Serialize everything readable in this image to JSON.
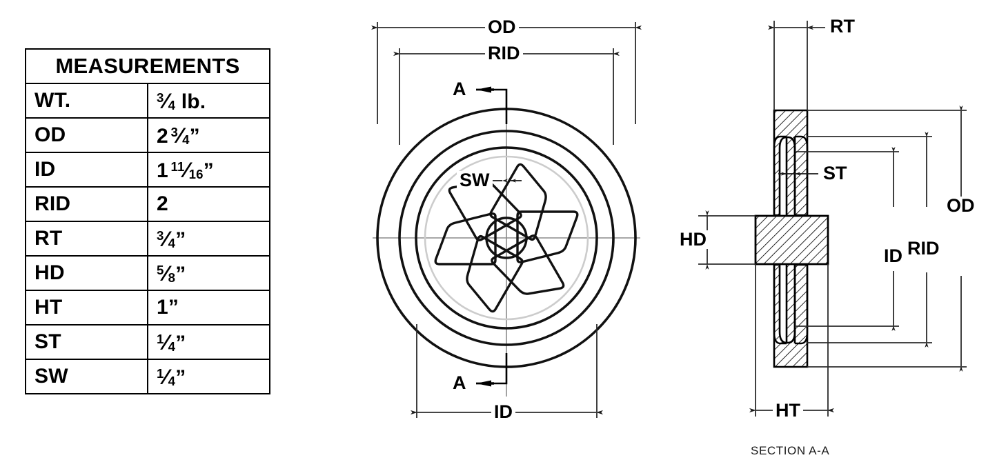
{
  "table": {
    "title": "MEASUREMENTS",
    "rows": [
      {
        "label": "WT.",
        "value_whole": "",
        "value_num": "3",
        "value_den": "4",
        "value_suffix": " lb.",
        "value_plain": ""
      },
      {
        "label": "OD",
        "value_whole": "2",
        "value_num": "3",
        "value_den": "4",
        "value_suffix": "”",
        "value_plain": ""
      },
      {
        "label": "ID",
        "value_whole": "1",
        "value_num": "11",
        "value_den": "16",
        "value_suffix": "”",
        "value_plain": ""
      },
      {
        "label": "RID",
        "value_whole": "",
        "value_num": "",
        "value_den": "",
        "value_suffix": "",
        "value_plain": "2"
      },
      {
        "label": "RT",
        "value_whole": "",
        "value_num": "3",
        "value_den": "4",
        "value_suffix": "”",
        "value_plain": ""
      },
      {
        "label": "HD",
        "value_whole": "",
        "value_num": "5",
        "value_den": "8",
        "value_suffix": "”",
        "value_plain": ""
      },
      {
        "label": "HT",
        "value_whole": "",
        "value_num": "",
        "value_den": "",
        "value_suffix": "",
        "value_plain": "1”"
      },
      {
        "label": "ST",
        "value_whole": "",
        "value_num": "1",
        "value_den": "4",
        "value_suffix": "”",
        "value_plain": ""
      },
      {
        "label": "SW",
        "value_whole": "",
        "value_num": "1",
        "value_den": "4",
        "value_suffix": "”",
        "value_plain": ""
      }
    ]
  },
  "front_view": {
    "dimensions": {
      "od": "OD",
      "rid": "RID",
      "id": "ID",
      "sw": "SW"
    },
    "section_marks": {
      "top": "A",
      "bottom": "A"
    },
    "spoke_count": 6
  },
  "section_view": {
    "caption": "SECTION A-A",
    "dimensions": {
      "rt": "RT",
      "st": "ST",
      "hd": "HD",
      "ht": "HT",
      "id": "ID",
      "rid": "RID",
      "od": "OD"
    }
  },
  "colors": {
    "line": "#000000",
    "dim_line": "#3a3a3a",
    "center_line": "#777777",
    "hatch": "#000000",
    "background": "#ffffff"
  }
}
